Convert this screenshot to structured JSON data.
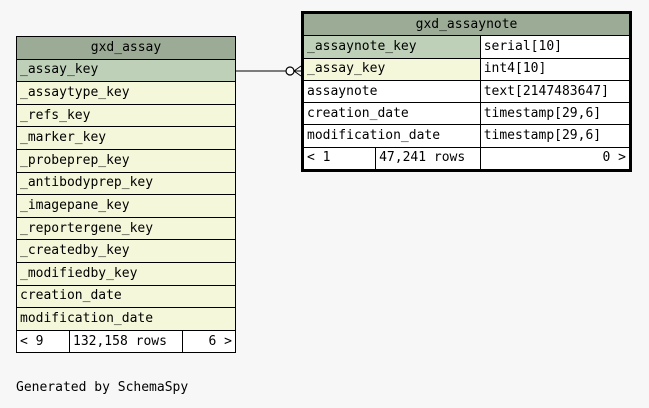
{
  "assay": {
    "name": "gxd_assay",
    "columns": [
      {
        "name": "_assay_key",
        "kind": "pk"
      },
      {
        "name": "_assaytype_key",
        "kind": "fk"
      },
      {
        "name": "_refs_key",
        "kind": "fk"
      },
      {
        "name": "_marker_key",
        "kind": "fk"
      },
      {
        "name": "_probeprep_key",
        "kind": "fk"
      },
      {
        "name": "_antibodyprep_key",
        "kind": "fk"
      },
      {
        "name": "_imagepane_key",
        "kind": "fk"
      },
      {
        "name": "_reportergene_key",
        "kind": "fk"
      },
      {
        "name": "_createdby_key",
        "kind": "fk"
      },
      {
        "name": "_modifiedby_key",
        "kind": "fk"
      },
      {
        "name": "creation_date",
        "kind": "fk"
      },
      {
        "name": "modification_date",
        "kind": "fk"
      }
    ],
    "footer": {
      "parents": "< 9",
      "rows": "132,158 rows",
      "children": "6 >"
    }
  },
  "assaynote": {
    "name": "gxd_assaynote",
    "columns": [
      {
        "name": "_assaynote_key",
        "type": "serial[10]",
        "kind": "pk"
      },
      {
        "name": "_assay_key",
        "type": "int4[10]",
        "kind": "fk"
      },
      {
        "name": "assaynote",
        "type": "text[2147483647]",
        "kind": "col"
      },
      {
        "name": "creation_date",
        "type": "timestamp[29,6]",
        "kind": "col"
      },
      {
        "name": "modification_date",
        "type": "timestamp[29,6]",
        "kind": "col"
      }
    ],
    "footer": {
      "parents": "< 1",
      "rows": "47,241 rows",
      "children": "0 >"
    }
  },
  "credit": "Generated by SchemaSpy"
}
